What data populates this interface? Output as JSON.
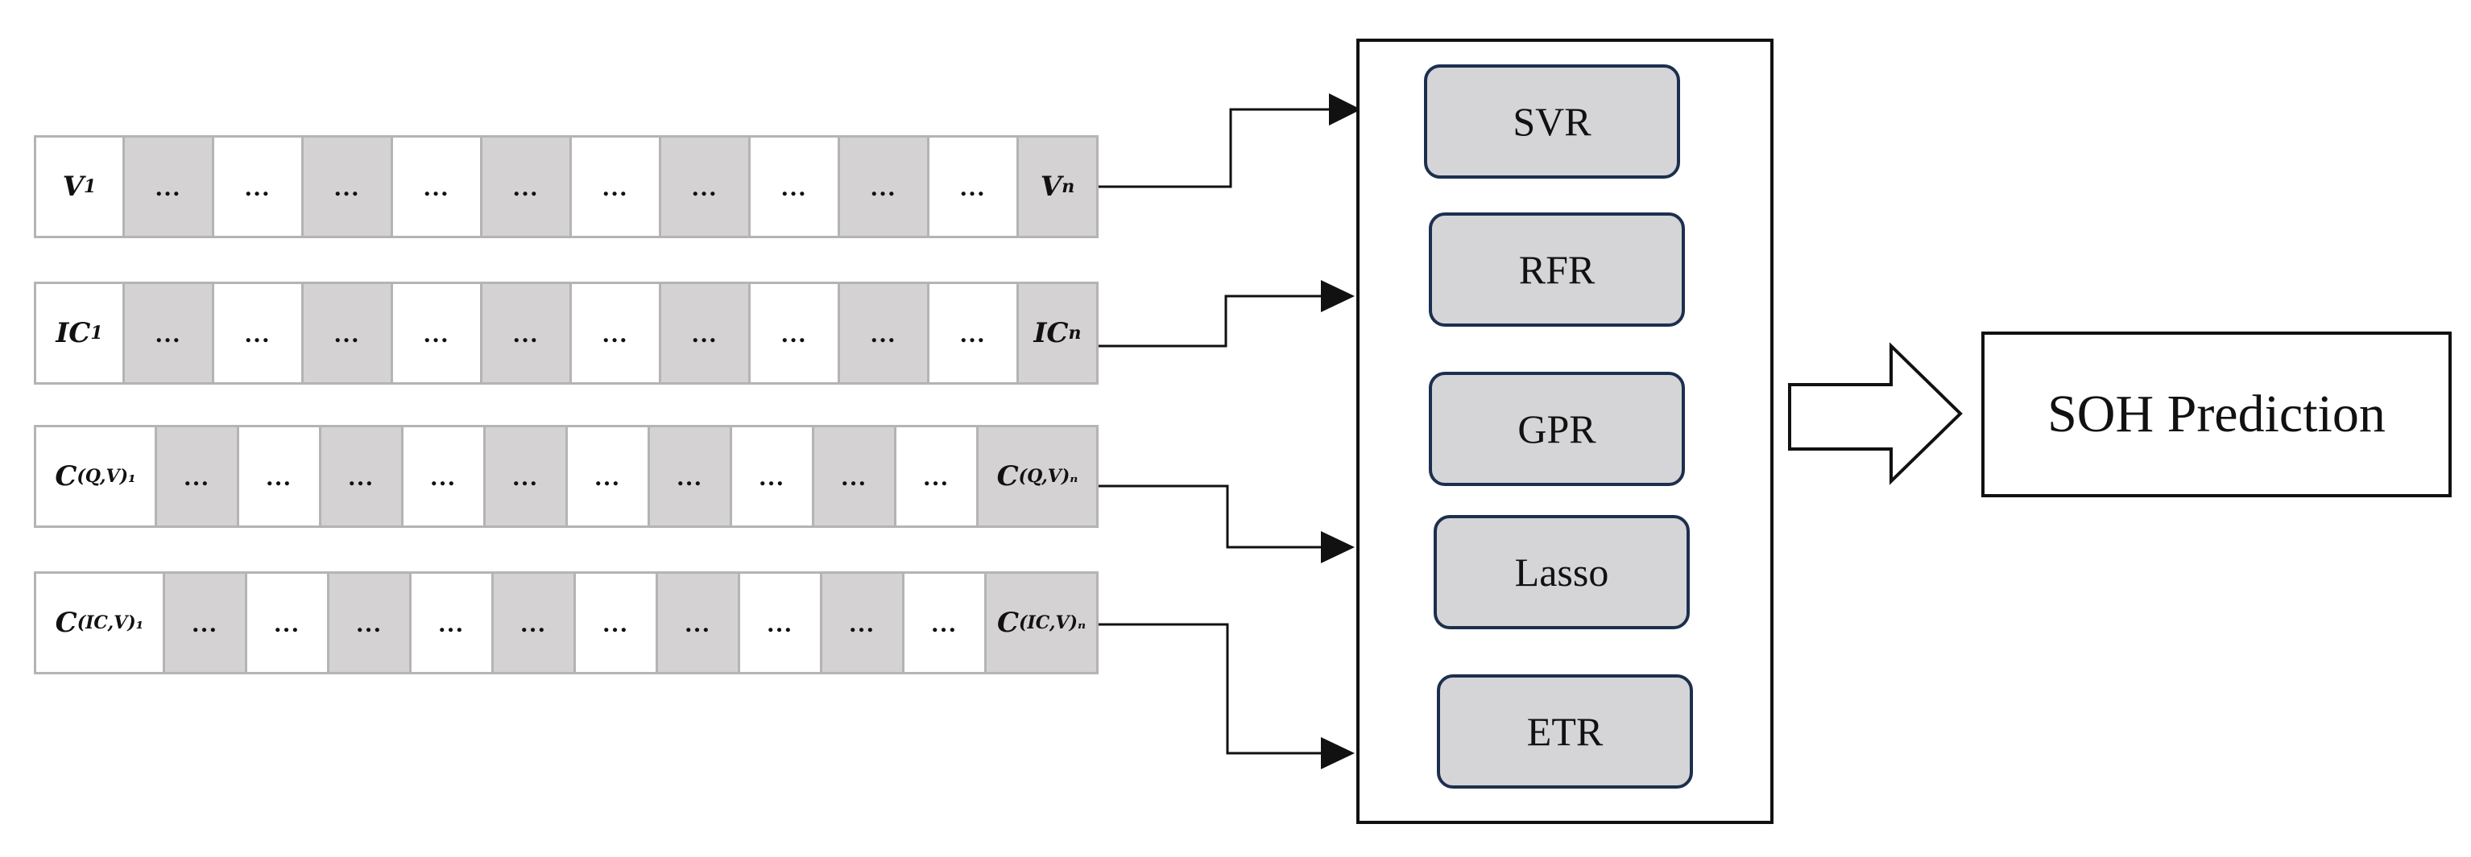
{
  "rows": [
    {
      "first": {
        "base": "V",
        "sub": "1"
      },
      "last": {
        "base": "V",
        "sub": "n"
      },
      "dots": [
        "…",
        "…",
        "…",
        "…",
        "…",
        "…",
        "…",
        "…",
        "…",
        "…"
      ]
    },
    {
      "first": {
        "base": "IC",
        "sub": "1"
      },
      "last": {
        "base": "IC",
        "sub": "n"
      },
      "dots": [
        "…",
        "…",
        "…",
        "…",
        "…",
        "…",
        "…",
        "…",
        "…",
        "…"
      ]
    },
    {
      "first": {
        "base": "C",
        "sub": "(Q,V)₁"
      },
      "last": {
        "base": "C",
        "sub": "(Q,V)ₙ"
      },
      "dots": [
        "…",
        "…",
        "…",
        "…",
        "…",
        "…",
        "…",
        "…",
        "…",
        "…"
      ]
    },
    {
      "first": {
        "base": "C",
        "sub": "(IC,V)₁"
      },
      "last": {
        "base": "C",
        "sub": "(IC,V)ₙ"
      },
      "dots": [
        "…",
        "…",
        "…",
        "…",
        "…",
        "…",
        "…",
        "…",
        "…",
        "…"
      ]
    }
  ],
  "models": [
    "SVR",
    "RFR",
    "GPR",
    "Lasso",
    "ETR"
  ],
  "output": "SOH Prediction",
  "colors": {
    "shaded_cell": "#d4d2d2",
    "model_fill": "#d5d5d7",
    "model_border": "#1d2f4e",
    "line": "#111111"
  }
}
